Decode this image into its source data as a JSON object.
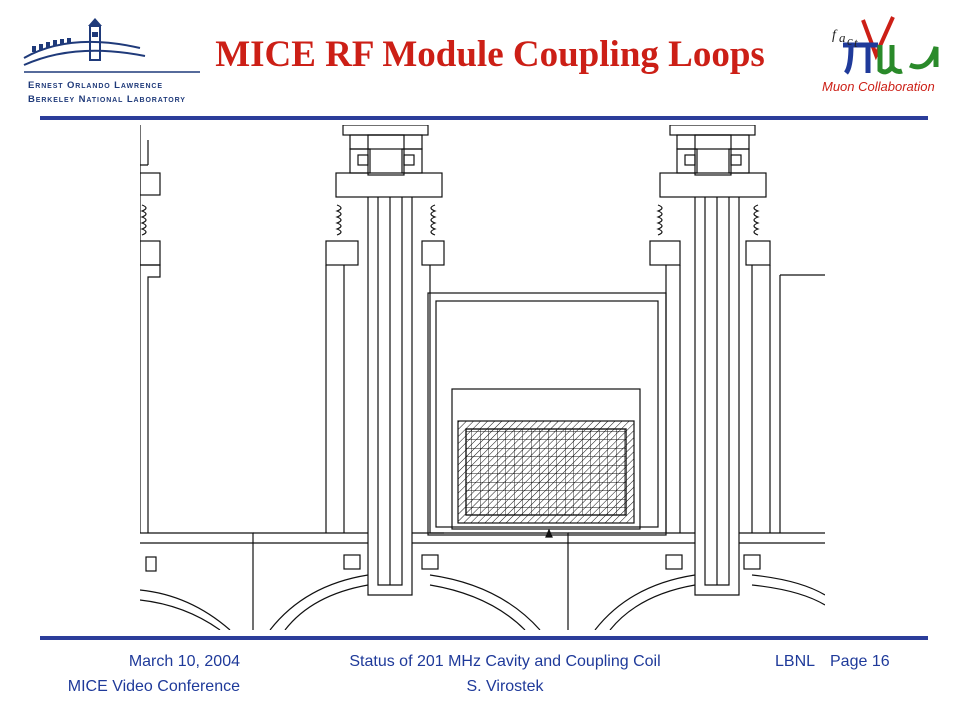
{
  "header": {
    "title": "MICE RF Module Coupling Loops",
    "lbnl_logo": {
      "line1": "Ernest Orlando Lawrence",
      "line2": "Berkeley National Laboratory",
      "icon": "lbnl-building-icon"
    },
    "mufact_logo": {
      "collaboration": "Muon Collaboration",
      "icon": "muon-collaboration-logo"
    },
    "colors": {
      "title": "#cc1f16",
      "rule": "#2b3d9a",
      "footer": "#1f3a9a"
    }
  },
  "drawing": {
    "icon": "coupling-loop-cross-section-drawing"
  },
  "footer": {
    "date": "March 10, 2004",
    "conference": "MICE Video Conference",
    "status": "Status of 201 MHz Cavity and Coupling Coil",
    "author": "S. Virostek",
    "lab": "LBNL",
    "page": "Page 16"
  }
}
